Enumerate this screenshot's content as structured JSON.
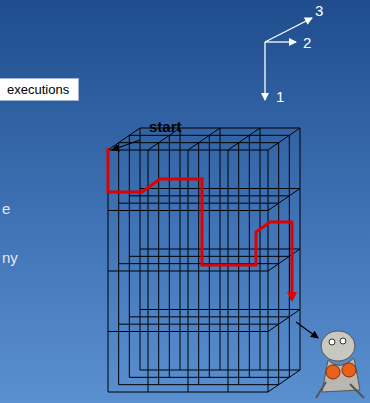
{
  "diagram": {
    "nodes": [
      {
        "text": [
          "executions"
        ]
      }
    ],
    "labels": [
      "3",
      "2",
      "1",
      "start",
      "e",
      "ny"
    ]
  }
}
